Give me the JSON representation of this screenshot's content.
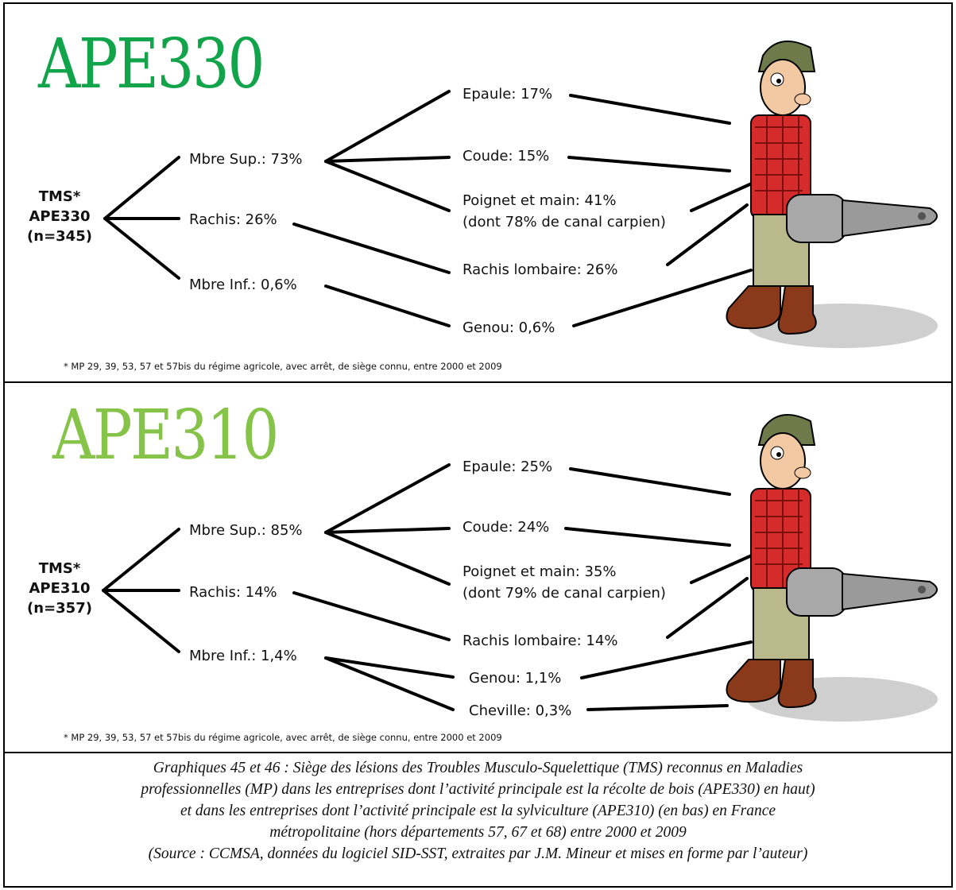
{
  "panels": [
    {
      "title": "APE330",
      "title_color": "#12a44a",
      "root": {
        "line1": "TMS*",
        "line2": "APE330",
        "line3": "(n=345)"
      },
      "mid": [
        "Mbre Sup.: 73%",
        "Rachis: 26%",
        "Mbre Inf.: 0,6%"
      ],
      "leaves": [
        "Epaule: 17%",
        "Coude: 15%",
        "Poignet et main: 41%",
        "(dont 78% de canal carpien)",
        "Rachis lombaire: 26%",
        "Genou: 0,6%"
      ],
      "note": "* MP 29, 39, 53, 57 et 57bis du régime agricole, avec arrêt, de siège connu, entre 2000 et 2009"
    },
    {
      "title": "APE310",
      "title_color": "#86c449",
      "root": {
        "line1": "TMS*",
        "line2": "APE310",
        "line3": "(n=357)"
      },
      "mid": [
        "Mbre Sup.: 85%",
        "Rachis: 14%",
        "Mbre Inf.: 1,4%"
      ],
      "leaves": [
        "Epaule: 25%",
        "Coude: 24%",
        "Poignet et main: 35%",
        "(dont 79% de canal carpien)",
        "Rachis lombaire: 14%",
        "Genou: 1,1%",
        "Cheville: 0,3%"
      ],
      "note": "* MP 29, 39, 53, 57 et 57bis du régime agricole, avec arrêt, de siège connu, entre 2000 et 2009"
    }
  ],
  "caption": {
    "line1": "Graphiques 45 et 46 : Siège des lésions des Troubles Musculo-Squelettique (TMS) reconnus en Maladies",
    "line2": "professionnelles (MP) dans les entreprises dont l’activité principale est la récolte de bois (APE330) en haut)",
    "line3": "et dans les entreprises dont l’activité principale est la sylviculture (APE310) (en bas) en France",
    "line4": "métropolitaine (hors départements 57, 67 et 68) entre 2000 et 2009",
    "line5": "(Source : CCMSA, données du logiciel SID-SST, extraites par J.M. Mineur et mises en forme par l’auteur)"
  },
  "colors": {
    "shirt": "#d62b2b",
    "pants": "#b9b98c",
    "boots": "#8a3a1a",
    "hat": "#6f7a4a",
    "saw": "#a8a8a8"
  }
}
